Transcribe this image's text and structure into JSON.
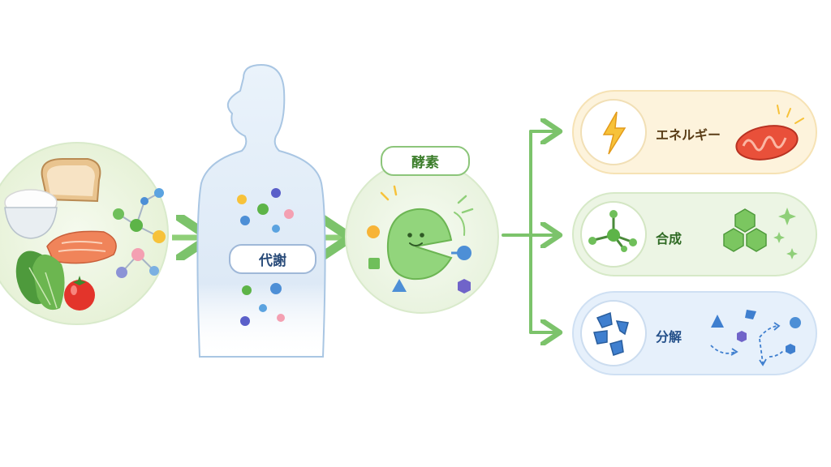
{
  "labels": {
    "metabolism": "代謝",
    "enzyme": "酵素",
    "outputs": [
      {
        "label": "エネルギー"
      },
      {
        "label": "合成"
      },
      {
        "label": "分解"
      }
    ]
  },
  "icons": [
    "bread-icon",
    "rice-bowl-icon",
    "salmon-icon",
    "spinach-icon",
    "tomato-icon",
    "molecule-icon",
    "human-silhouette-icon",
    "enzyme-pacman-icon",
    "lightning-icon",
    "mitochondria-icon",
    "molecule-model-icon",
    "hexagon-cluster-icon",
    "sparkle-icon",
    "fragments-icon",
    "scatter-arrows-icon"
  ],
  "colors": {
    "arrow": "#7cc36b",
    "energy_panel": "#fdf3dc",
    "synthesis_panel": "#ecf5e4",
    "breakdown_panel": "#e6f0fb",
    "enzyme": "#8fd27a",
    "body": "#dceaf7"
  }
}
